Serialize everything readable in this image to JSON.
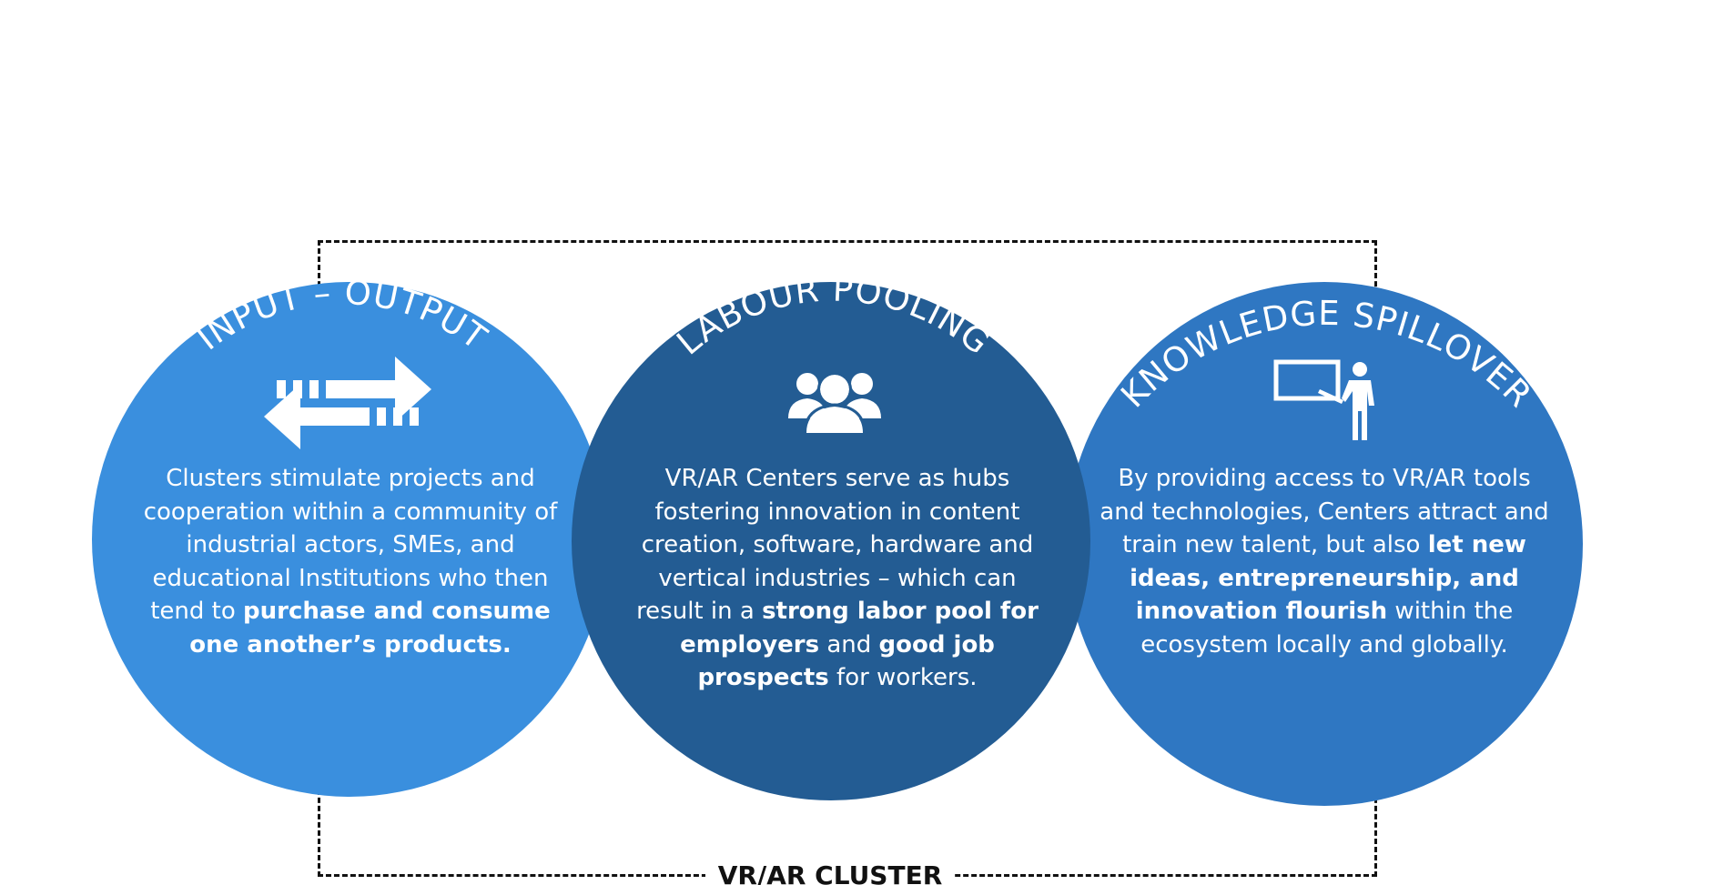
{
  "diagram": {
    "cluster_label": "VR/AR CLUSTER",
    "colors": {
      "input_output": "#3a8fde",
      "labour_pooling": "#235c93",
      "knowledge_spillover": "#2f77c2",
      "frame": "#111111"
    },
    "circles": [
      {
        "title": "INPUT – OUTPUT",
        "icon": "two-way-arrows-icon",
        "text": [
          {
            "t": "Clusters stimulate projects and cooperation within a community of industrial actors, SMEs, and educational Institutions who then tend to ",
            "b": false
          },
          {
            "t": "purchase and consume one another’s products.",
            "b": true
          }
        ]
      },
      {
        "title": "LABOUR POOLING",
        "icon": "people-group-icon",
        "text": [
          {
            "t": "VR/AR Centers serve as hubs fostering innovation in content creation, software, hardware and vertical industries – which can result in a ",
            "b": false
          },
          {
            "t": "strong labor pool for employers",
            "b": true
          },
          {
            "t": " and ",
            "b": false
          },
          {
            "t": "good job prospects",
            "b": true
          },
          {
            "t": " for workers.",
            "b": false
          }
        ]
      },
      {
        "title": "KNOWLEDGE SPILLOVER",
        "icon": "teacher-board-icon",
        "text": [
          {
            "t": "By providing access to VR/AR tools and technologies, Centers attract and train new talent, but also ",
            "b": false
          },
          {
            "t": "let new ideas, entrepreneurship, and innovation flourish",
            "b": true
          },
          {
            "t": " within the ecosystem locally and globally.",
            "b": false
          }
        ]
      }
    ]
  }
}
